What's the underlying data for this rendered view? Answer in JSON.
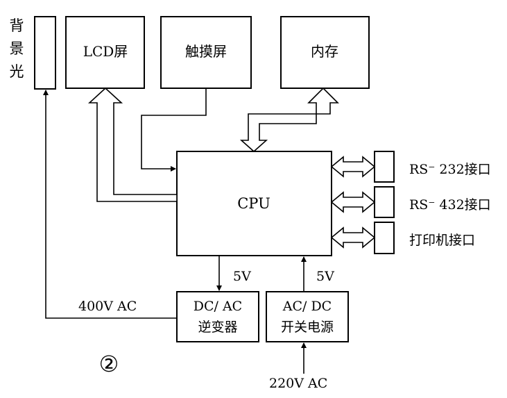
{
  "blocks": {
    "backlight": [
      "背",
      "景",
      "光"
    ],
    "lcd": "LCD屏",
    "touch": "触摸屏",
    "memory": "内存",
    "cpu": "CPU",
    "inverter": [
      "DC/ AC",
      "逆变器"
    ],
    "psu": [
      "AC/ DC",
      "开关电源"
    ]
  },
  "ports": {
    "rs232": "RS⁻ 232接口",
    "rs432": "RS⁻ 432接口",
    "printer": "打印机接口"
  },
  "signals": {
    "ac400": "400V  AC",
    "v5_left": "5V",
    "v5_right": "5V",
    "ac220": "220V  AC"
  },
  "figure_number": "②"
}
